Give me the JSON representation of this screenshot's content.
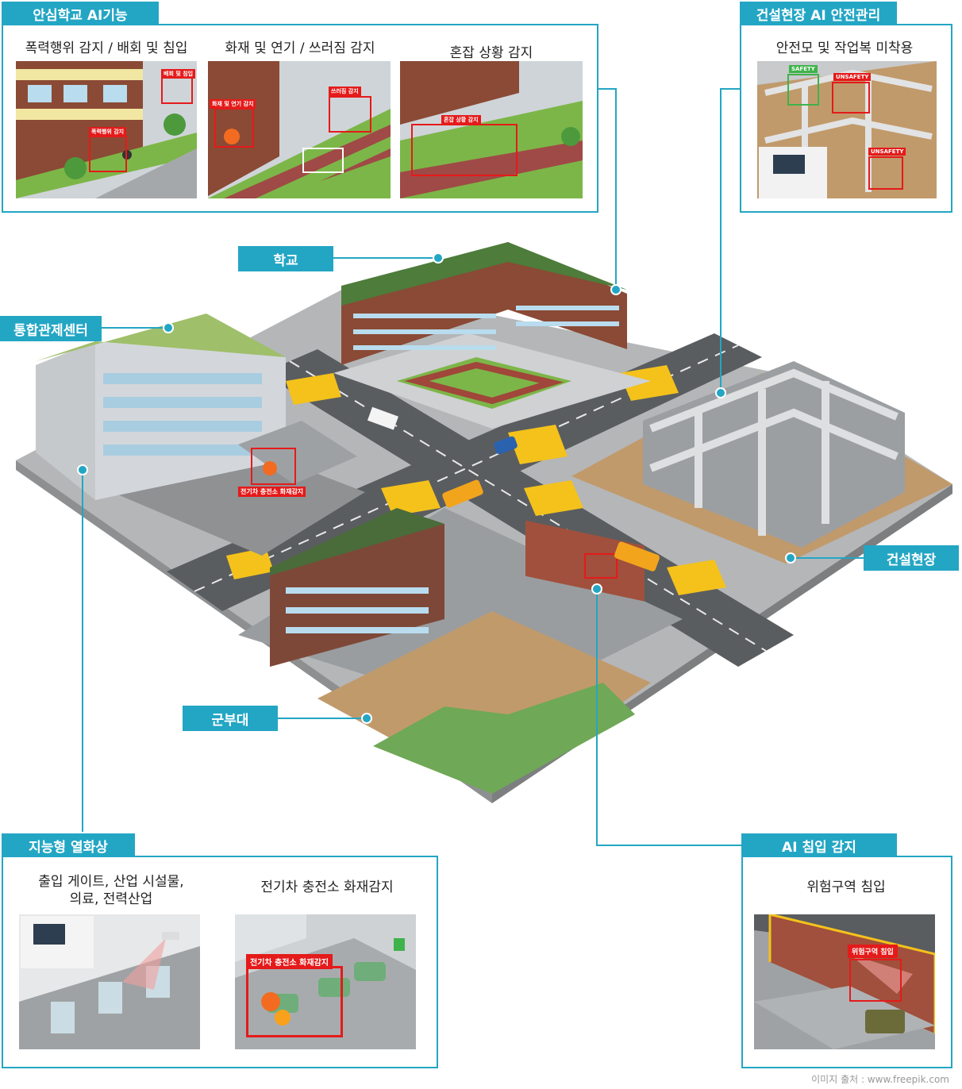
{
  "panels": {
    "school_ai": {
      "tab": "안심학교 AI기능",
      "items": [
        {
          "caption": "폭력행위 감지 / 배회 및 침입",
          "alerts": [
            "폭력행위 감지",
            "배회 및 침입"
          ]
        },
        {
          "caption": "화재 및 연기 / 쓰러짐 감지",
          "alerts": [
            "화재 및 연기 감지",
            "쓰러짐 감지"
          ]
        },
        {
          "caption": "혼잡 상황 감지",
          "alerts": [
            "혼잡 상황 감지"
          ]
        }
      ]
    },
    "construction_ai": {
      "tab": "건설현장 AI 안전관리",
      "caption": "안전모 및 작업복 미착용",
      "labels": {
        "safety": "SAFETY",
        "unsafety1": "UNSAFETY",
        "unsafety2": "UNSAFETY"
      }
    },
    "thermal": {
      "tab": "지능형 열화상",
      "caption1_line1": "출입 게이트, 산업 시설물,",
      "caption1_line2": "의료, 전력산업",
      "caption2": "전기차 충전소 화재감지",
      "alert": "전기차 충전소 화재감지"
    },
    "intrusion": {
      "tab": "AI 침입 감지",
      "caption": "위험구역 침입",
      "alert": "위험구역 침입"
    }
  },
  "callouts": {
    "school": "학교",
    "control_center": "통합관제센터",
    "construction_site": "건설현장",
    "military": "군부대"
  },
  "map_alerts": {
    "ev_fire": "전기차 충전소 화재감지"
  },
  "credit": "이미지 출처 : www.freepik.com",
  "colors": {
    "accent": "#23a6c4",
    "alert": "#e51a1a",
    "road": "#5a5d60",
    "lane_yellow": "#f4c21b",
    "grass": "#7cb648",
    "dirt": "#c19a6b",
    "brick": "#8a4a35"
  }
}
